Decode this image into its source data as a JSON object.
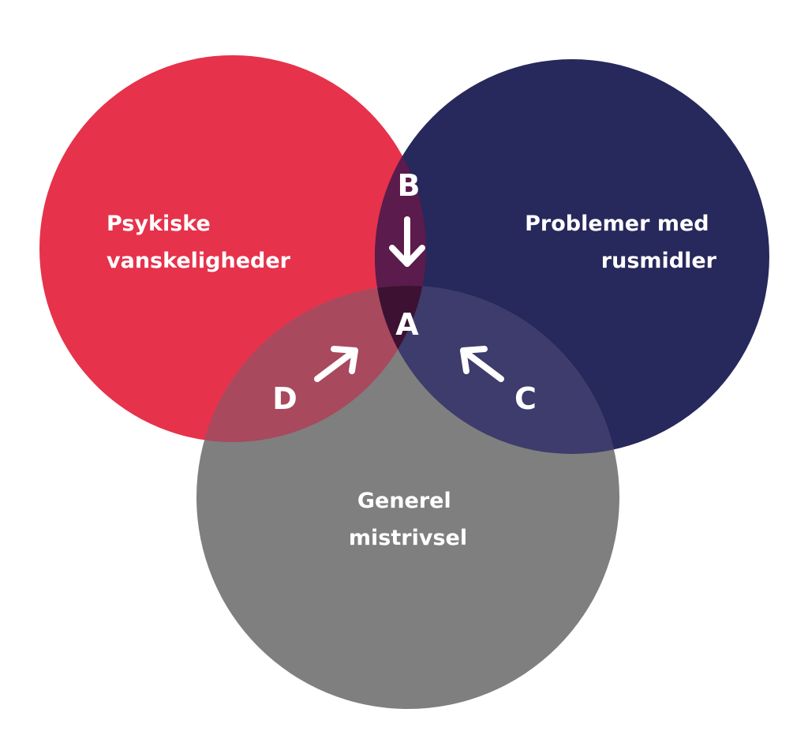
{
  "sets": {
    "left": {
      "line1": "Psykiske",
      "line2": "vanskeligheder",
      "color": "#e6324b"
    },
    "right": {
      "line1": "Problemer med",
      "line2": "rusmidler",
      "color": "#27285b"
    },
    "bottom": {
      "line1": "Generel",
      "line2": "mistrivsel",
      "color": "#7f7f7f"
    }
  },
  "overlaps": {
    "left_right": "#5b1b4d",
    "left_bottom": "#a8495e",
    "right_bottom": "#3d3c6c",
    "center": "#3c1131"
  },
  "regions": {
    "A": "A",
    "B": "B",
    "C": "C",
    "D": "D"
  },
  "arrow_color": "#ffffff"
}
